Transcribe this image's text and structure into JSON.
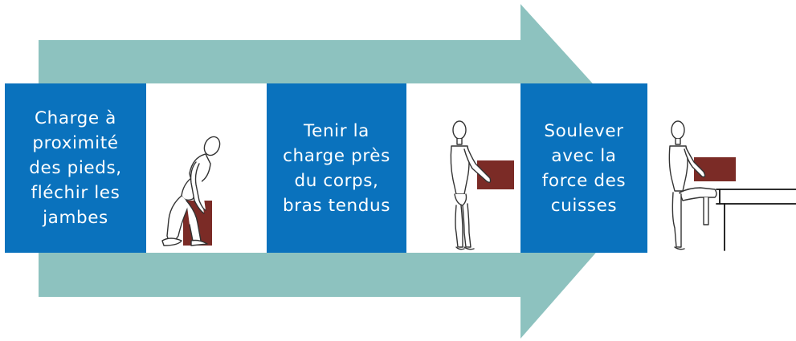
{
  "colors": {
    "arrow": "#8dc2bf",
    "step_box": "#0a72bd",
    "step_text": "#ffffff",
    "load": "#7b2b26",
    "figure_stroke": "#333333"
  },
  "steps": [
    {
      "label": "Charge à\nproximité\ndes pieds,\nfléchir les\njambes",
      "illustration": "crouching-figure-lifting-box"
    },
    {
      "label": "Tenir la\ncharge près\ndu corps,\nbras tendus",
      "illustration": "standing-figure-holding-box"
    },
    {
      "label": "Soulever\navec la\nforce des\ncuisses",
      "illustration": "figure-stepping-onto-table-with-box"
    }
  ]
}
